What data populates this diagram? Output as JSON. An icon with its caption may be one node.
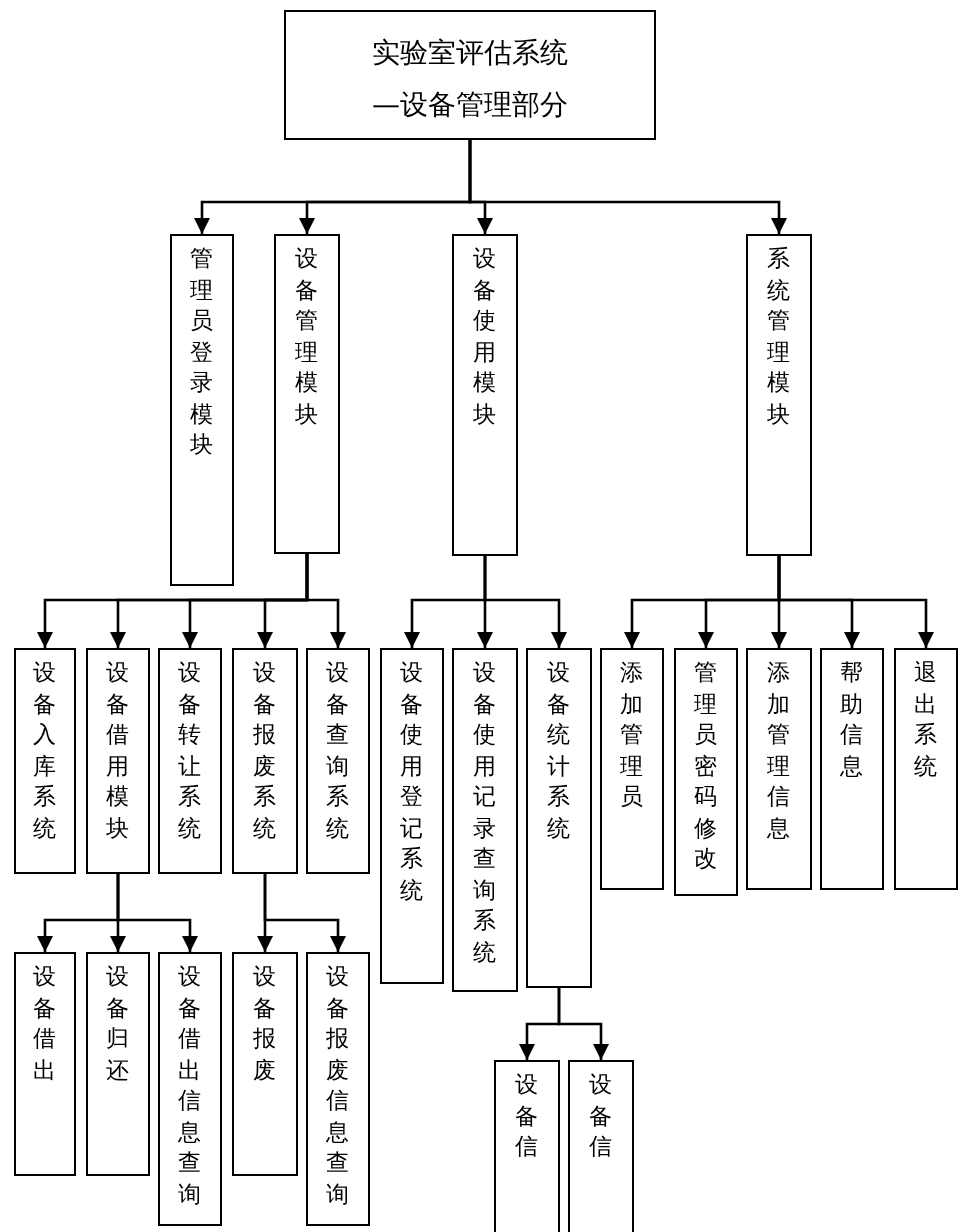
{
  "diagram": {
    "nodes": [
      {
        "text": [
          "实验室评估系统—设备管理部分"
        ]
      },
      {
        "text": [
          "管理员登录模块"
        ]
      },
      {
        "text": [
          "设备管理模块"
        ]
      },
      {
        "text": [
          "设备使用模块"
        ]
      },
      {
        "text": [
          "系统管理模块"
        ]
      },
      {
        "text": [
          "设备入库系统"
        ]
      },
      {
        "text": [
          "设备借用模块"
        ]
      },
      {
        "text": [
          "设备转让系统"
        ]
      },
      {
        "text": [
          "设备报废系统"
        ]
      },
      {
        "text": [
          "设备查询系统"
        ]
      },
      {
        "text": [
          "设备使用登记系统"
        ]
      },
      {
        "text": [
          "设备使用记录查询系统"
        ]
      },
      {
        "text": [
          "设备统计系统"
        ]
      },
      {
        "text": [
          "添加管理员"
        ]
      },
      {
        "text": [
          "管理员密码修改"
        ]
      },
      {
        "text": [
          "添加管理信息"
        ]
      },
      {
        "text": [
          "帮助信息"
        ]
      },
      {
        "text": [
          "退出系统"
        ]
      },
      {
        "text": [
          "设备借出"
        ]
      },
      {
        "text": [
          "设备归还"
        ]
      },
      {
        "text": [
          "设备借出信息查询"
        ]
      },
      {
        "text": [
          "设备报废"
        ]
      },
      {
        "text": [
          "设备报废信息查询"
        ]
      },
      {
        "text": [
          "设备信"
        ]
      },
      {
        "text": [
          "设备信"
        ]
      }
    ],
    "edges": [
      {
        "from": 0,
        "to": 1,
        "arrow": "to"
      },
      {
        "from": 0,
        "to": 2,
        "arrow": "to"
      },
      {
        "from": 0,
        "to": 3,
        "arrow": "to"
      },
      {
        "from": 0,
        "to": 4,
        "arrow": "to"
      },
      {
        "from": 2,
        "to": 5,
        "arrow": "to"
      },
      {
        "from": 2,
        "to": 6,
        "arrow": "to"
      },
      {
        "from": 2,
        "to": 7,
        "arrow": "to"
      },
      {
        "from": 2,
        "to": 8,
        "arrow": "to"
      },
      {
        "from": 2,
        "to": 9,
        "arrow": "to"
      },
      {
        "from": 3,
        "to": 10,
        "arrow": "to"
      },
      {
        "from": 3,
        "to": 11,
        "arrow": "to"
      },
      {
        "from": 3,
        "to": 12,
        "arrow": "to"
      },
      {
        "from": 4,
        "to": 13,
        "arrow": "to"
      },
      {
        "from": 4,
        "to": 14,
        "arrow": "to"
      },
      {
        "from": 4,
        "to": 15,
        "arrow": "to"
      },
      {
        "from": 4,
        "to": 16,
        "arrow": "to"
      },
      {
        "from": 4,
        "to": 17,
        "arrow": "to"
      },
      {
        "from": 6,
        "to": 18,
        "arrow": "to"
      },
      {
        "from": 6,
        "to": 19,
        "arrow": "to"
      },
      {
        "from": 6,
        "to": 20,
        "arrow": "to"
      },
      {
        "from": 8,
        "to": 21,
        "arrow": "to"
      },
      {
        "from": 8,
        "to": 22,
        "arrow": "to"
      },
      {
        "from": 12,
        "to": 23,
        "arrow": "to"
      },
      {
        "from": 12,
        "to": 24,
        "arrow": "to"
      }
    ]
  }
}
